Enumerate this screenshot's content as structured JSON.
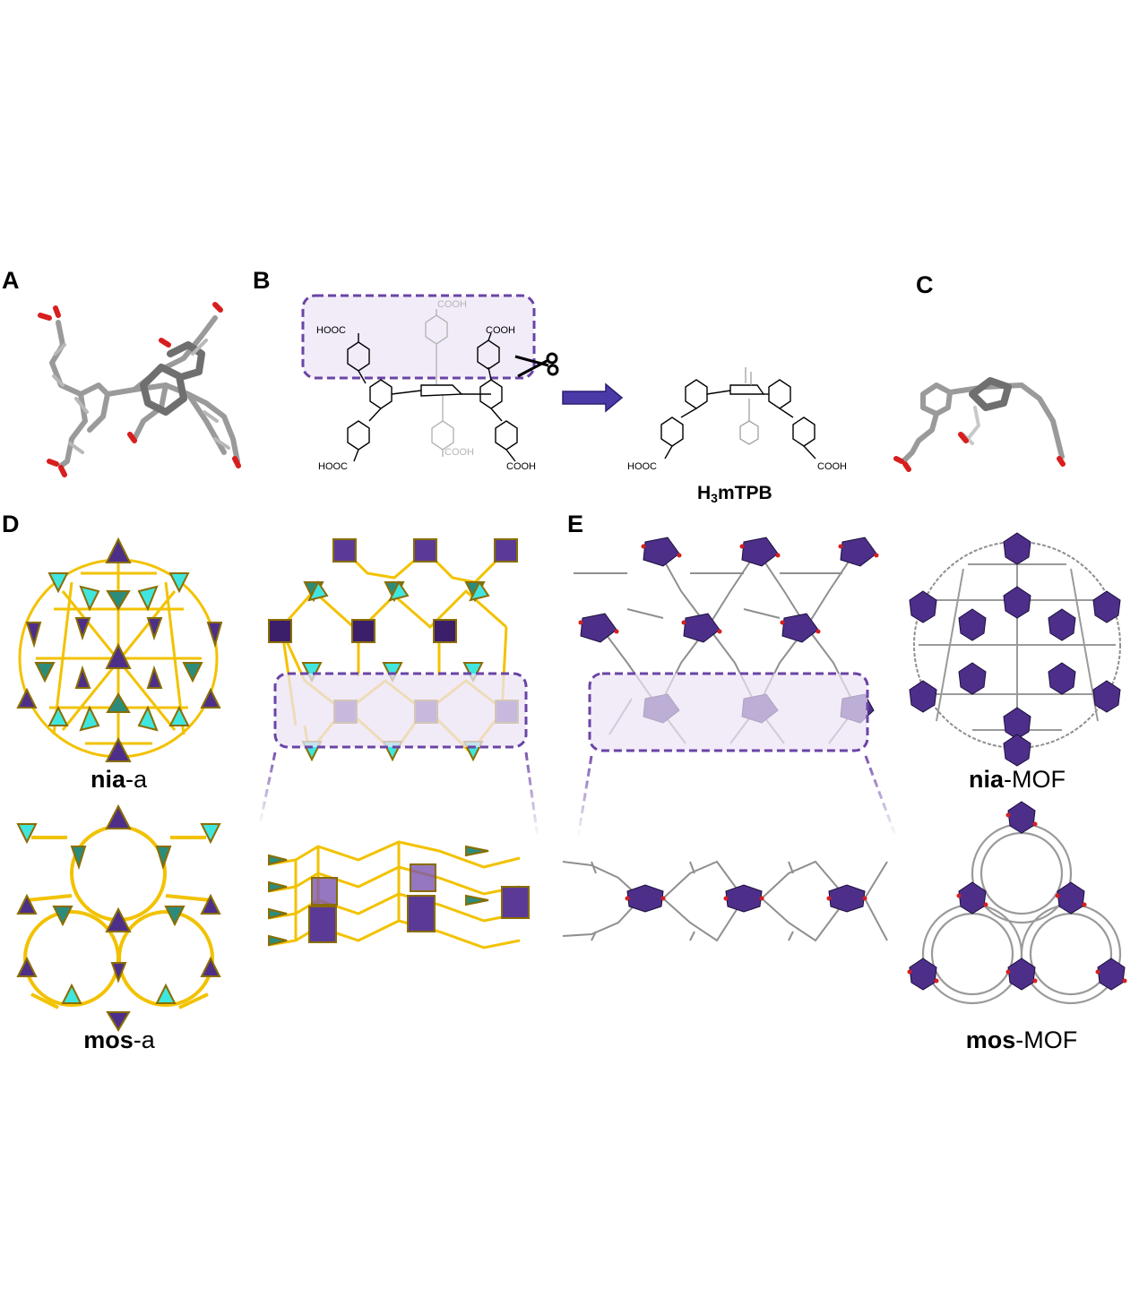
{
  "panels": {
    "a": "A",
    "b": "B",
    "c": "C",
    "d": "D",
    "e": "E"
  },
  "chemistry": {
    "cooh_left_top": "HOOC",
    "cooh_right_top": "COOH",
    "cooh_back_top": "COOH",
    "cooh_left_bottom": "HOOC",
    "cooh_right_bottom": "COOH",
    "cooh_back_bottom": "COOH",
    "product_left": "HOOC",
    "product_right": "COOH",
    "ligand_name_prefix": "H",
    "ligand_name_subscript": "3",
    "ligand_name_suffix": "mTPB"
  },
  "captions": {
    "nia_a_bold": "nia",
    "nia_a_rest": "-a",
    "mos_a_bold": "mos",
    "mos_a_rest": "-a",
    "nia_mof_bold": "nia",
    "nia_mof_rest": "-MOF",
    "mos_mof_bold": "mos",
    "mos_mof_rest": "-MOF"
  },
  "colors": {
    "purple": "#5a3a96",
    "purple_dark": "#3b1f6b",
    "teal": "#2c8c7c",
    "cyan": "#3fe6e0",
    "yellow": "#ffe03a",
    "grey": "#8f8f8f",
    "red": "#d81e1e",
    "highlight": "#ece4f6"
  }
}
